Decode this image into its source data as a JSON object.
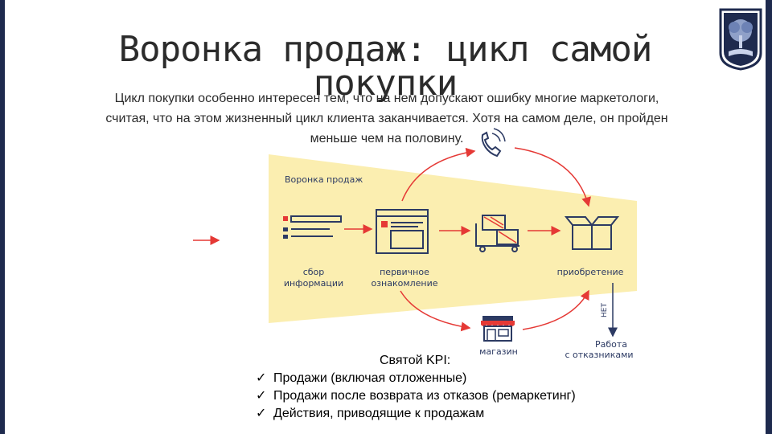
{
  "slide": {
    "title_line1": "Воронка продаж: цикл самой",
    "title_line2": "покупки",
    "intro_line1": "Цикл покупки особенно интересен тем, что на нем допускают ошибку многие маркетологи,",
    "intro_line2": "считая, что на этом жизненный цикл клиента заканчивается. Хотя на самом деле, он пройден",
    "intro_line3": "меньше чем на половину."
  },
  "diagram": {
    "funnel_label": "Воронка продаж",
    "stages": {
      "collect_line1": "сбор",
      "collect_line2": "информации",
      "first_line1": "первичное",
      "first_line2": "ознакомление",
      "purchase": "приобретение",
      "store": "магазин"
    },
    "no_label": "НЕТ",
    "refusers_line1": "Работа",
    "refusers_line2": "с отказниками",
    "colors": {
      "funnel": "#fbeeb0",
      "arrow": "#e53935",
      "icon": "#2c3a63",
      "accent": "#e53935"
    },
    "icons": [
      "list-icon",
      "browser-window-icon",
      "phone-icon",
      "cart-icon",
      "box-icon",
      "store-icon",
      "university-logo"
    ]
  },
  "kpi": {
    "title": "Святой KPI:",
    "check": "✓",
    "items": [
      "Продажи (включая отложенные)",
      "Продажи после возврата из отказов (ремаркетинг)",
      "Действия, приводящие к продажам"
    ]
  }
}
